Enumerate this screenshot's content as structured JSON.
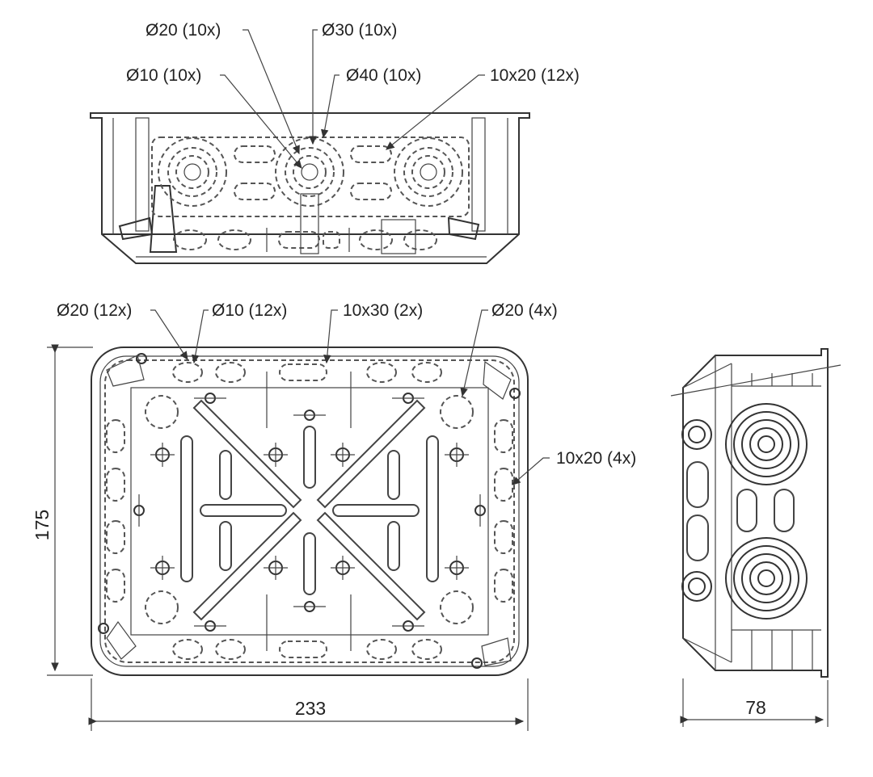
{
  "top_view": {
    "callouts": [
      {
        "id": "d20_10",
        "text": "Ø20 (10x)"
      },
      {
        "id": "d30_10",
        "text": "Ø30 (10x)"
      },
      {
        "id": "d10_10",
        "text": "Ø10 (10x)"
      },
      {
        "id": "d40_10",
        "text": "Ø40 (10x)"
      },
      {
        "id": "s10x20_12",
        "text": "10x20 (12x)"
      }
    ]
  },
  "front_view": {
    "callouts": [
      {
        "id": "d20_12",
        "text": "Ø20 (12x)"
      },
      {
        "id": "d10_12",
        "text": "Ø10 (12x)"
      },
      {
        "id": "s10x30_2",
        "text": "10x30 (2x)"
      },
      {
        "id": "d20_4",
        "text": "Ø20 (4x)"
      },
      {
        "id": "s10x20_4",
        "text": "10x20 (4x)"
      }
    ],
    "dimensions": {
      "height": "175",
      "width": "233"
    }
  },
  "side_view": {
    "dimensions": {
      "depth": "78"
    }
  },
  "colors": {
    "line": "#333333",
    "background": "#ffffff"
  }
}
